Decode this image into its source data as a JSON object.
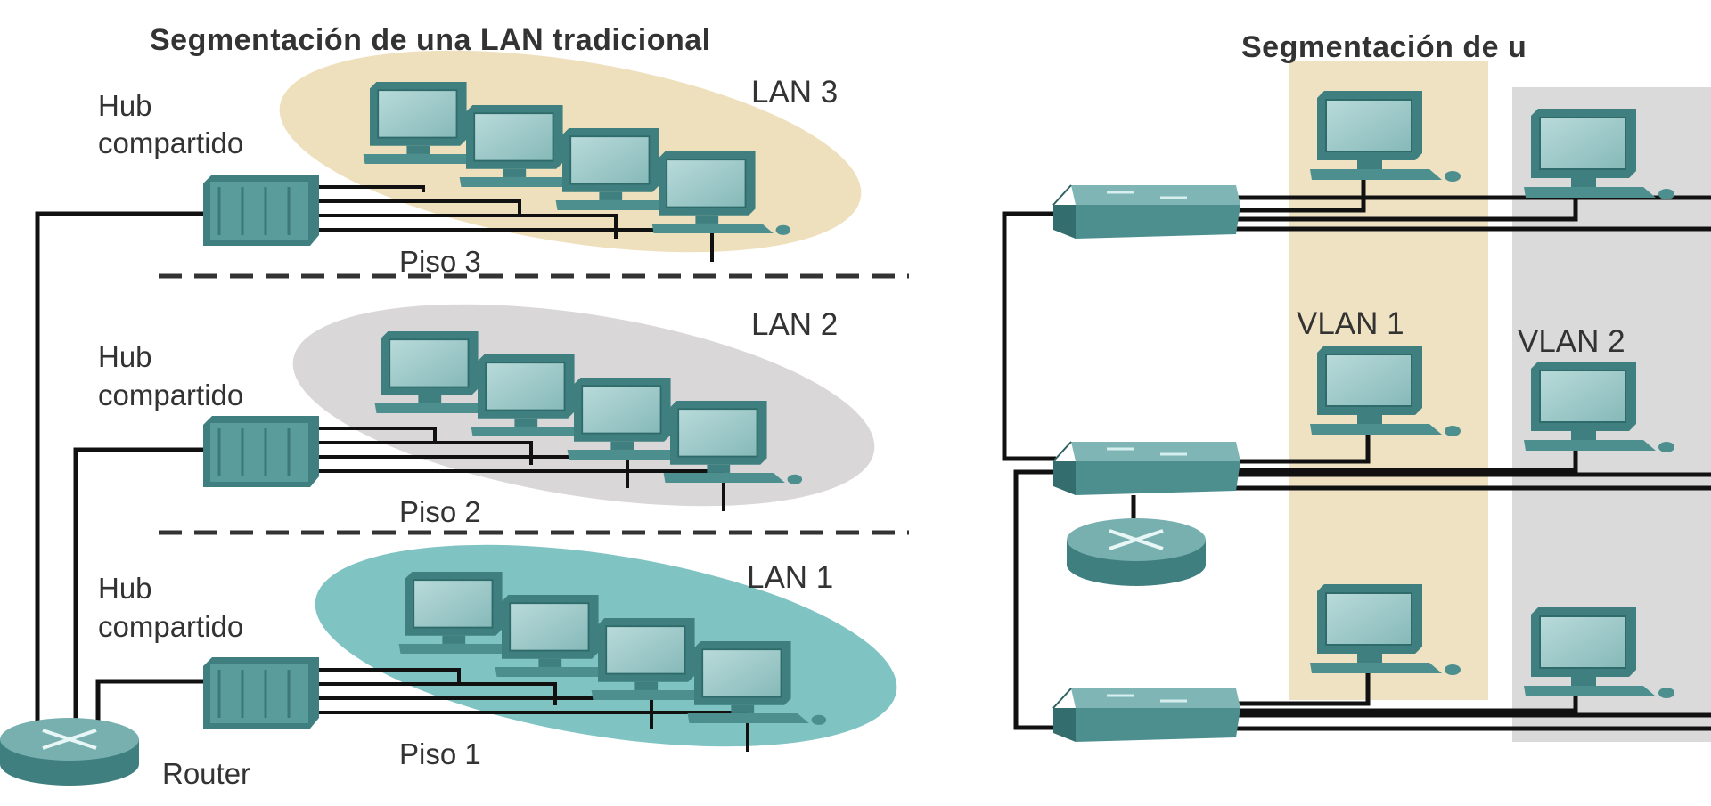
{
  "colors": {
    "lan3_ellipse": "#efe0bd",
    "lan2_ellipse": "#d9d7d7",
    "lan1_ellipse": "#7fc3c3",
    "vlan1_band": "#eee2c2",
    "vlan2_band": "#dadada",
    "device_teal": "#4d8f8f",
    "screen": "#9fc9c9",
    "cable": "#111111"
  },
  "left": {
    "title": "Segmentación de una LAN tradicional",
    "floors": [
      {
        "lan_label": "LAN 3",
        "hub_line1": "Hub",
        "hub_line2": "compartido",
        "piso_label": "Piso 3"
      },
      {
        "lan_label": "LAN 2",
        "hub_line1": "Hub",
        "hub_line2": "compartido",
        "piso_label": "Piso 2"
      },
      {
        "lan_label": "LAN 1",
        "hub_line1": "Hub",
        "hub_line2": "compartido",
        "piso_label": "Piso 1"
      }
    ],
    "router_label": "Router"
  },
  "right": {
    "title": "Segmentación de u",
    "vlan1_label": "VLAN 1",
    "vlan2_label": "VLAN 2"
  }
}
